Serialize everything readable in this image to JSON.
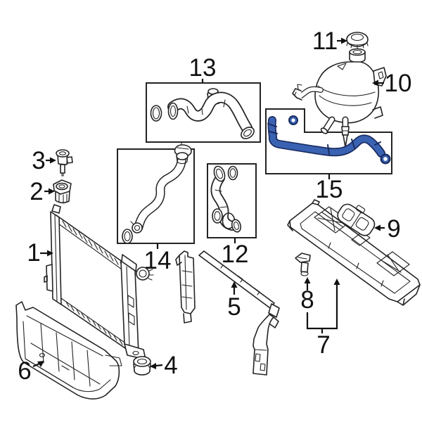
{
  "diagram": {
    "callouts": [
      {
        "label": "1"
      },
      {
        "label": "2"
      },
      {
        "label": "3"
      },
      {
        "label": "4"
      },
      {
        "label": "5"
      },
      {
        "label": "6"
      },
      {
        "label": "7"
      },
      {
        "label": "8"
      },
      {
        "label": "9"
      },
      {
        "label": "10"
      },
      {
        "label": "11"
      },
      {
        "label": "12"
      },
      {
        "label": "13"
      },
      {
        "label": "14"
      },
      {
        "label": "15"
      }
    ],
    "highlighted_callout": "15",
    "colors": {
      "background": "#ffffff",
      "line": "#232323",
      "label": "#111111",
      "highlight_fill": "#3a62b2",
      "highlight_stroke": "#1b2d62"
    }
  }
}
